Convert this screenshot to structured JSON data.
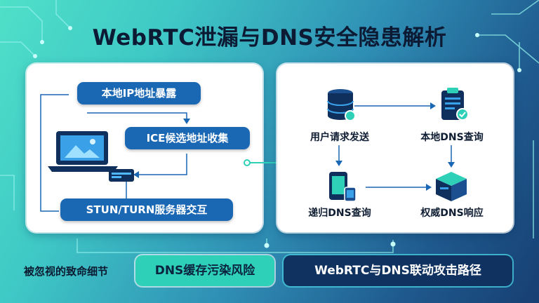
{
  "title": "WebRTC泄漏与DNS安全隐患解析",
  "left_panel": {
    "steps": [
      "本地IP地址暴露",
      "ICE候选地址收集",
      "STUN/TURN服务器交互"
    ]
  },
  "right_panel": {
    "nodes": [
      "用户请求发送",
      "本地DNS查询",
      "递归DNS查询",
      "权威DNS响应"
    ]
  },
  "bottom": {
    "label": "被忽视的致命细节",
    "dns_cache": "DNS缓存污染风险",
    "webrtc_dns": "WebRTC与DNS联动攻击路径"
  },
  "colors": {
    "accent_blue": "#1a67b4",
    "teal": "#2fd0b8",
    "navy": "#0f3260"
  }
}
